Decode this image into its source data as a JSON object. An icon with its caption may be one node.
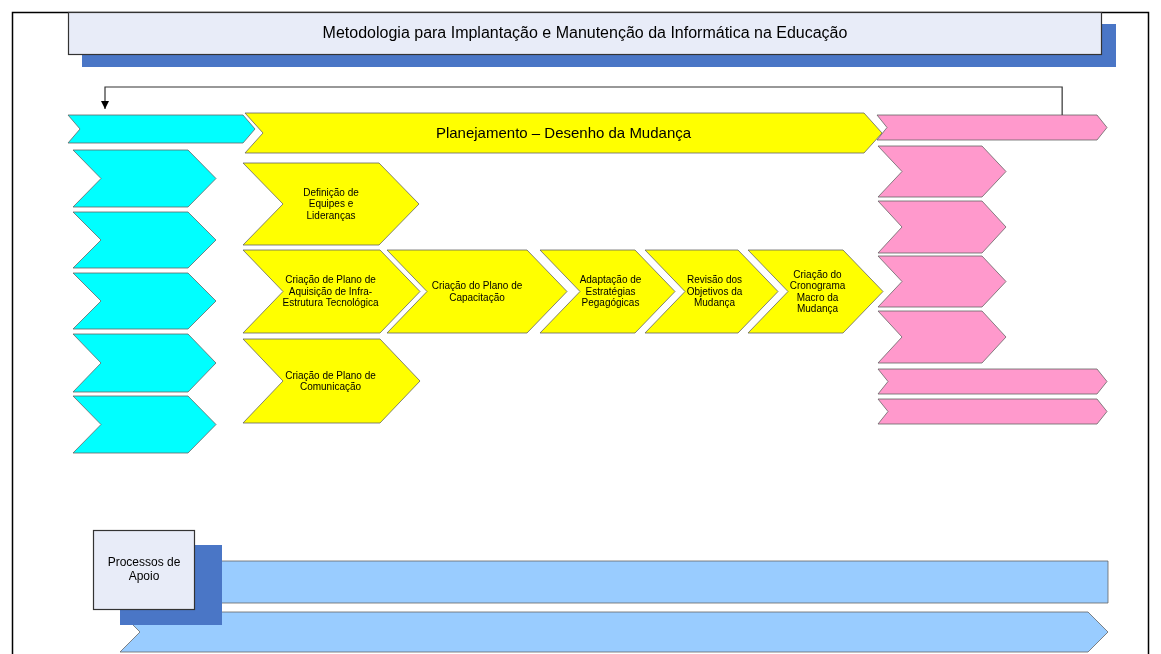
{
  "diagram": {
    "nodes": [
      {
        "text": [
          "Metodologia para Implantação e Manutenção da Informática na Educação"
        ]
      },
      {
        "text": [],
        "shape": "chevron"
      },
      {
        "text": [
          "Planejamento – Desenho da Mudança"
        ]
      },
      {
        "text": [],
        "shape": "chevron"
      },
      {
        "text": [],
        "shape": "chevron"
      },
      {
        "text": [],
        "shape": "chevron"
      },
      {
        "text": [],
        "shape": "chevron"
      },
      {
        "text": [],
        "shape": "chevron"
      },
      {
        "text": [],
        "shape": "chevron"
      },
      {
        "text": [
          "Definição de Equipes e Lideranças"
        ]
      },
      {
        "text": [
          "Criação de Plano de Aquisição de Infra-Estrutura Tecnológica"
        ]
      },
      {
        "text": [
          "Criação do Plano de Capacitação"
        ]
      },
      {
        "text": [
          "Adaptação de Estratégias Pegagógicas"
        ]
      },
      {
        "text": [
          "Revisão dos Objetivos da Mudança"
        ]
      },
      {
        "text": [
          "Criação do Cronograma Macro da Mudança"
        ]
      },
      {
        "text": [
          "Criação de Plano de Comunicação"
        ]
      },
      {
        "text": [],
        "shape": "chevron"
      },
      {
        "text": [],
        "shape": "chevron"
      },
      {
        "text": [],
        "shape": "chevron"
      },
      {
        "text": [],
        "shape": "chevron"
      },
      {
        "text": [],
        "shape": "chevron"
      },
      {
        "text": [],
        "shape": "chevron"
      },
      {
        "text": [
          "Processos de Apoio"
        ]
      },
      {
        "text": [],
        "shape": "chevron"
      },
      {
        "text": [],
        "shape": "chevron"
      }
    ],
    "edges": [
      {
        "from": 3,
        "to": 1,
        "arrow": "to"
      }
    ]
  }
}
